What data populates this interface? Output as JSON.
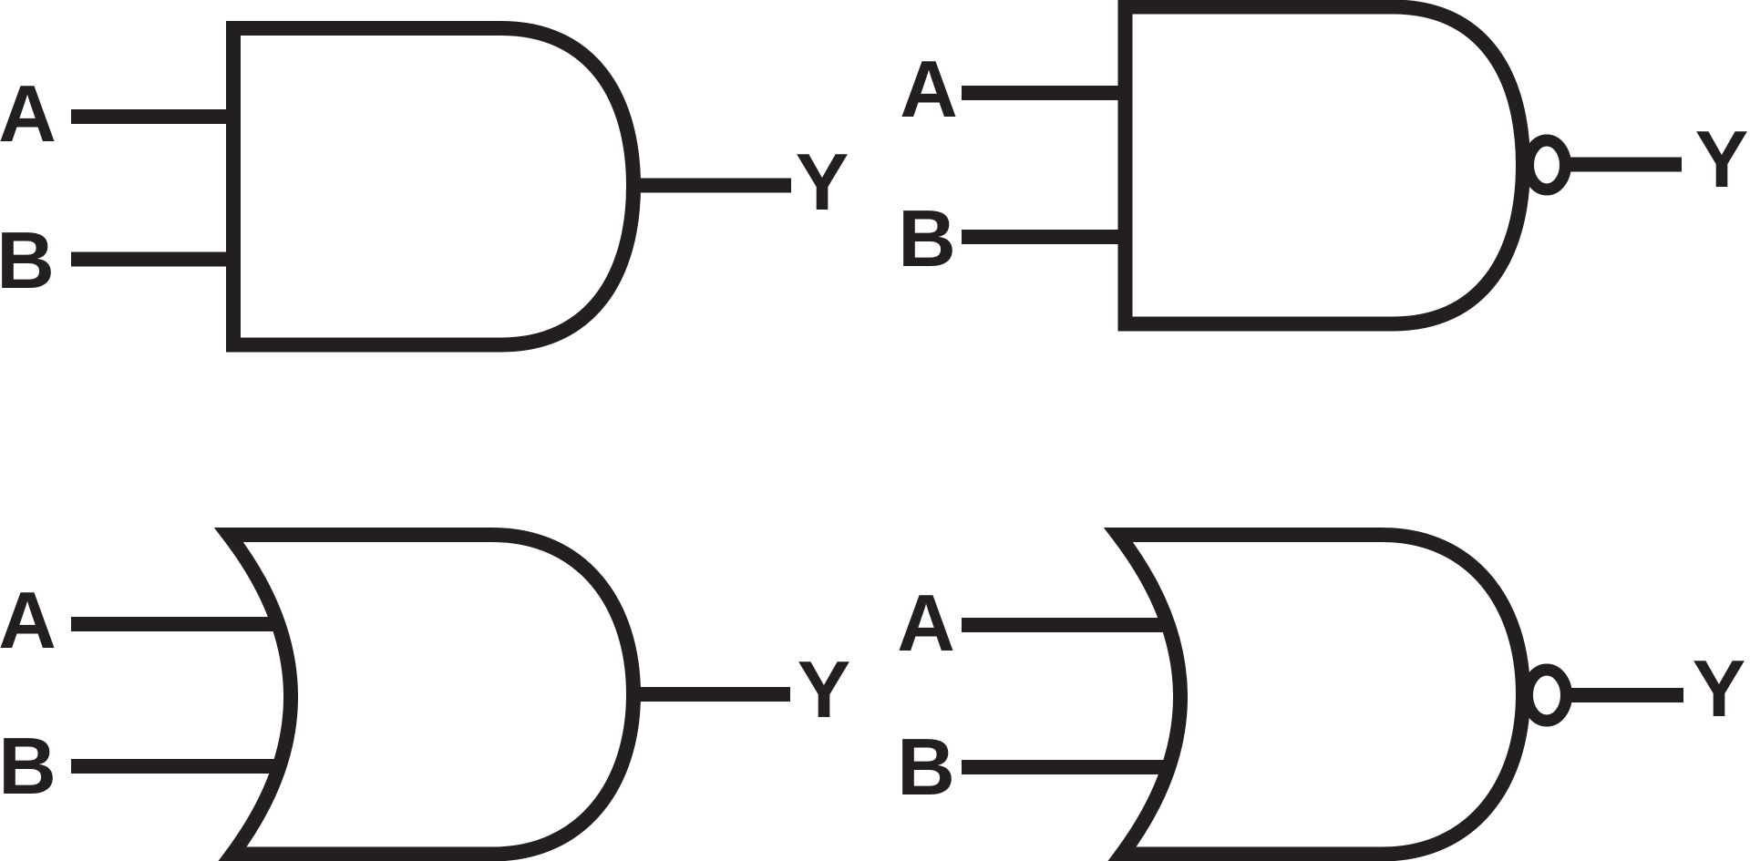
{
  "page": {
    "background_color": "#ffffff",
    "ink_color": "#231f20"
  },
  "gates": [
    {
      "type": "AND",
      "position": "top-left",
      "input_a": "A",
      "input_b": "B",
      "output": "Y",
      "has_inversion_bubble": false
    },
    {
      "type": "NAND",
      "position": "top-right",
      "input_a": "A",
      "input_b": "B",
      "output": "Y",
      "has_inversion_bubble": true
    },
    {
      "type": "OR",
      "position": "bottom-left",
      "input_a": "A",
      "input_b": "B",
      "output": "Y",
      "has_inversion_bubble": false
    },
    {
      "type": "NOR",
      "position": "bottom-right",
      "input_a": "A",
      "input_b": "B",
      "output": "Y",
      "has_inversion_bubble": true
    }
  ]
}
